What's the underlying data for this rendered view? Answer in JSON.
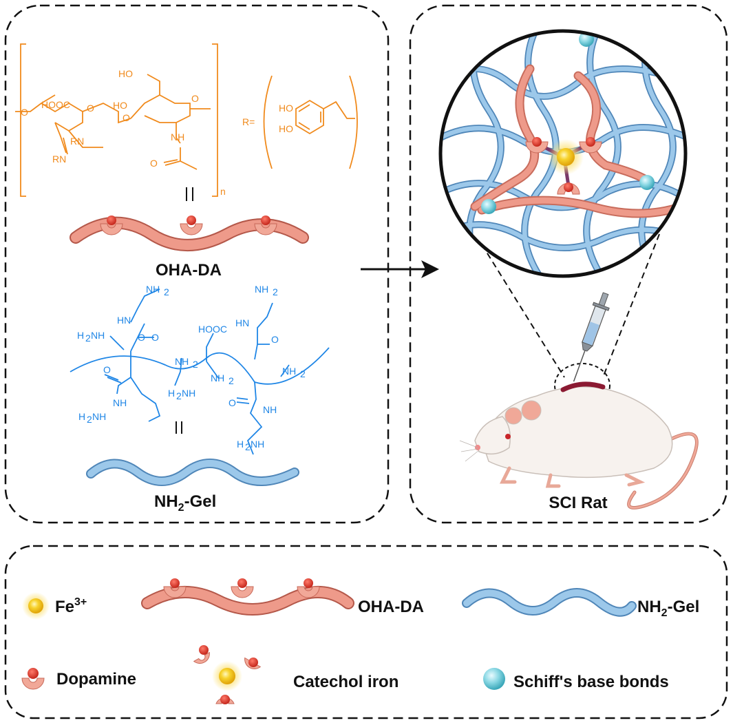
{
  "panel_left": {
    "ohada_name": "OHA-DA",
    "nh2gel_prefix": "NH",
    "nh2gel_sub": "2",
    "nh2gel_suffix": "-Gel",
    "chem_ohada": {
      "hooc": "HOOC",
      "ho1": "HO",
      "ho2": "HO",
      "o1": "O",
      "o2": "O",
      "o3": "O",
      "o4": "O",
      "o5": "O",
      "nh": "NH",
      "rn1": "RN",
      "rn2": "RN",
      "n_repeat": "n",
      "r_def": "R=",
      "r_ho1": "HO",
      "r_ho2": "HO"
    },
    "chem_gel": {
      "nh2": "NH",
      "sub2": "2",
      "hn": "HN",
      "nh": "NH",
      "h2n": "H",
      "o": "O",
      "hooc": "HOOC"
    }
  },
  "panel_right": {
    "rat_label": "SCI Rat"
  },
  "legend": {
    "fe_prefix": "Fe",
    "fe_sup": "3+",
    "ohada": "OHA-DA",
    "nh2gel_prefix": "NH",
    "nh2gel_sub": "2",
    "nh2gel_suffix": "-Gel",
    "dopamine": "Dopamine",
    "catechol": "Catechol iron",
    "schiff": "Schiff's base bonds"
  },
  "colors": {
    "ohada_strand": "#ee9a8a",
    "gel_strand": "#9cc8ea",
    "dopamine_red": "#d8352a",
    "fe_yellow": "#f5c518",
    "schiff_cyan": "#7fd3df",
    "chem_orange": "#f08a1c",
    "chem_blue": "#1f86e6"
  }
}
